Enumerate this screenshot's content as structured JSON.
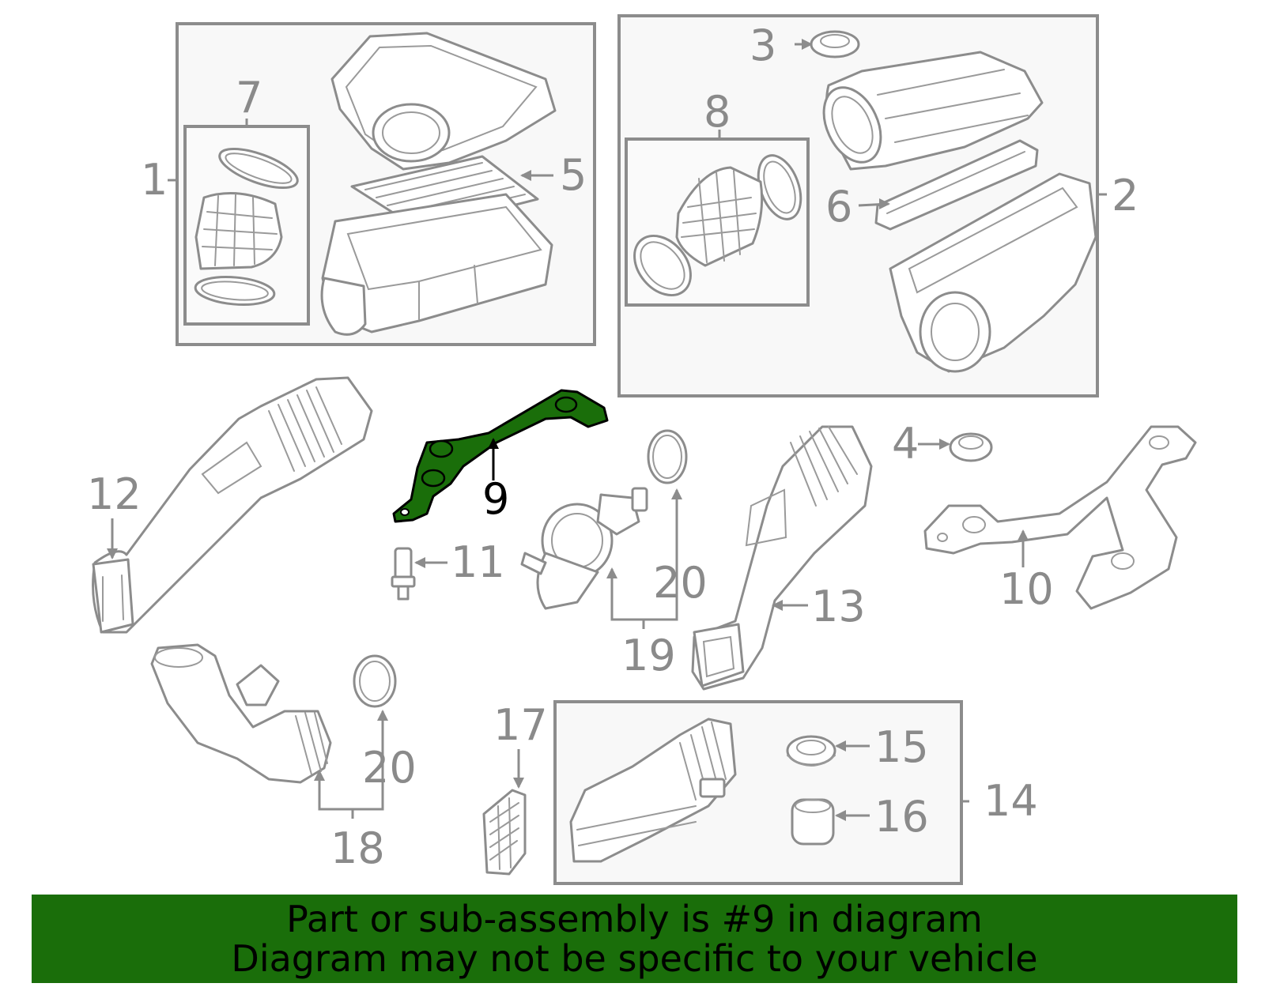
{
  "diagram": {
    "highlighted_part": "9",
    "callouts": {
      "c1": "1",
      "c2": "2",
      "c3": "3",
      "c4": "4",
      "c5": "5",
      "c6": "6",
      "c7": "7",
      "c8": "8",
      "c9": "9",
      "c10": "10",
      "c11": "11",
      "c12": "12",
      "c13": "13",
      "c14": "14",
      "c15": "15",
      "c16": "16",
      "c17": "17",
      "c18": "18",
      "c19": "19",
      "c20a": "20",
      "c20b": "20"
    }
  },
  "banner": {
    "line1": "Part or sub-assembly is #9 in diagram",
    "line2": "Diagram may not be specific to your vehicle"
  },
  "colors": {
    "banner_bg": "#1a6e0a",
    "highlight_fill": "#1a6e0a",
    "part_stroke": "#8c8c8c",
    "label_gray": "#8a8a8a"
  }
}
